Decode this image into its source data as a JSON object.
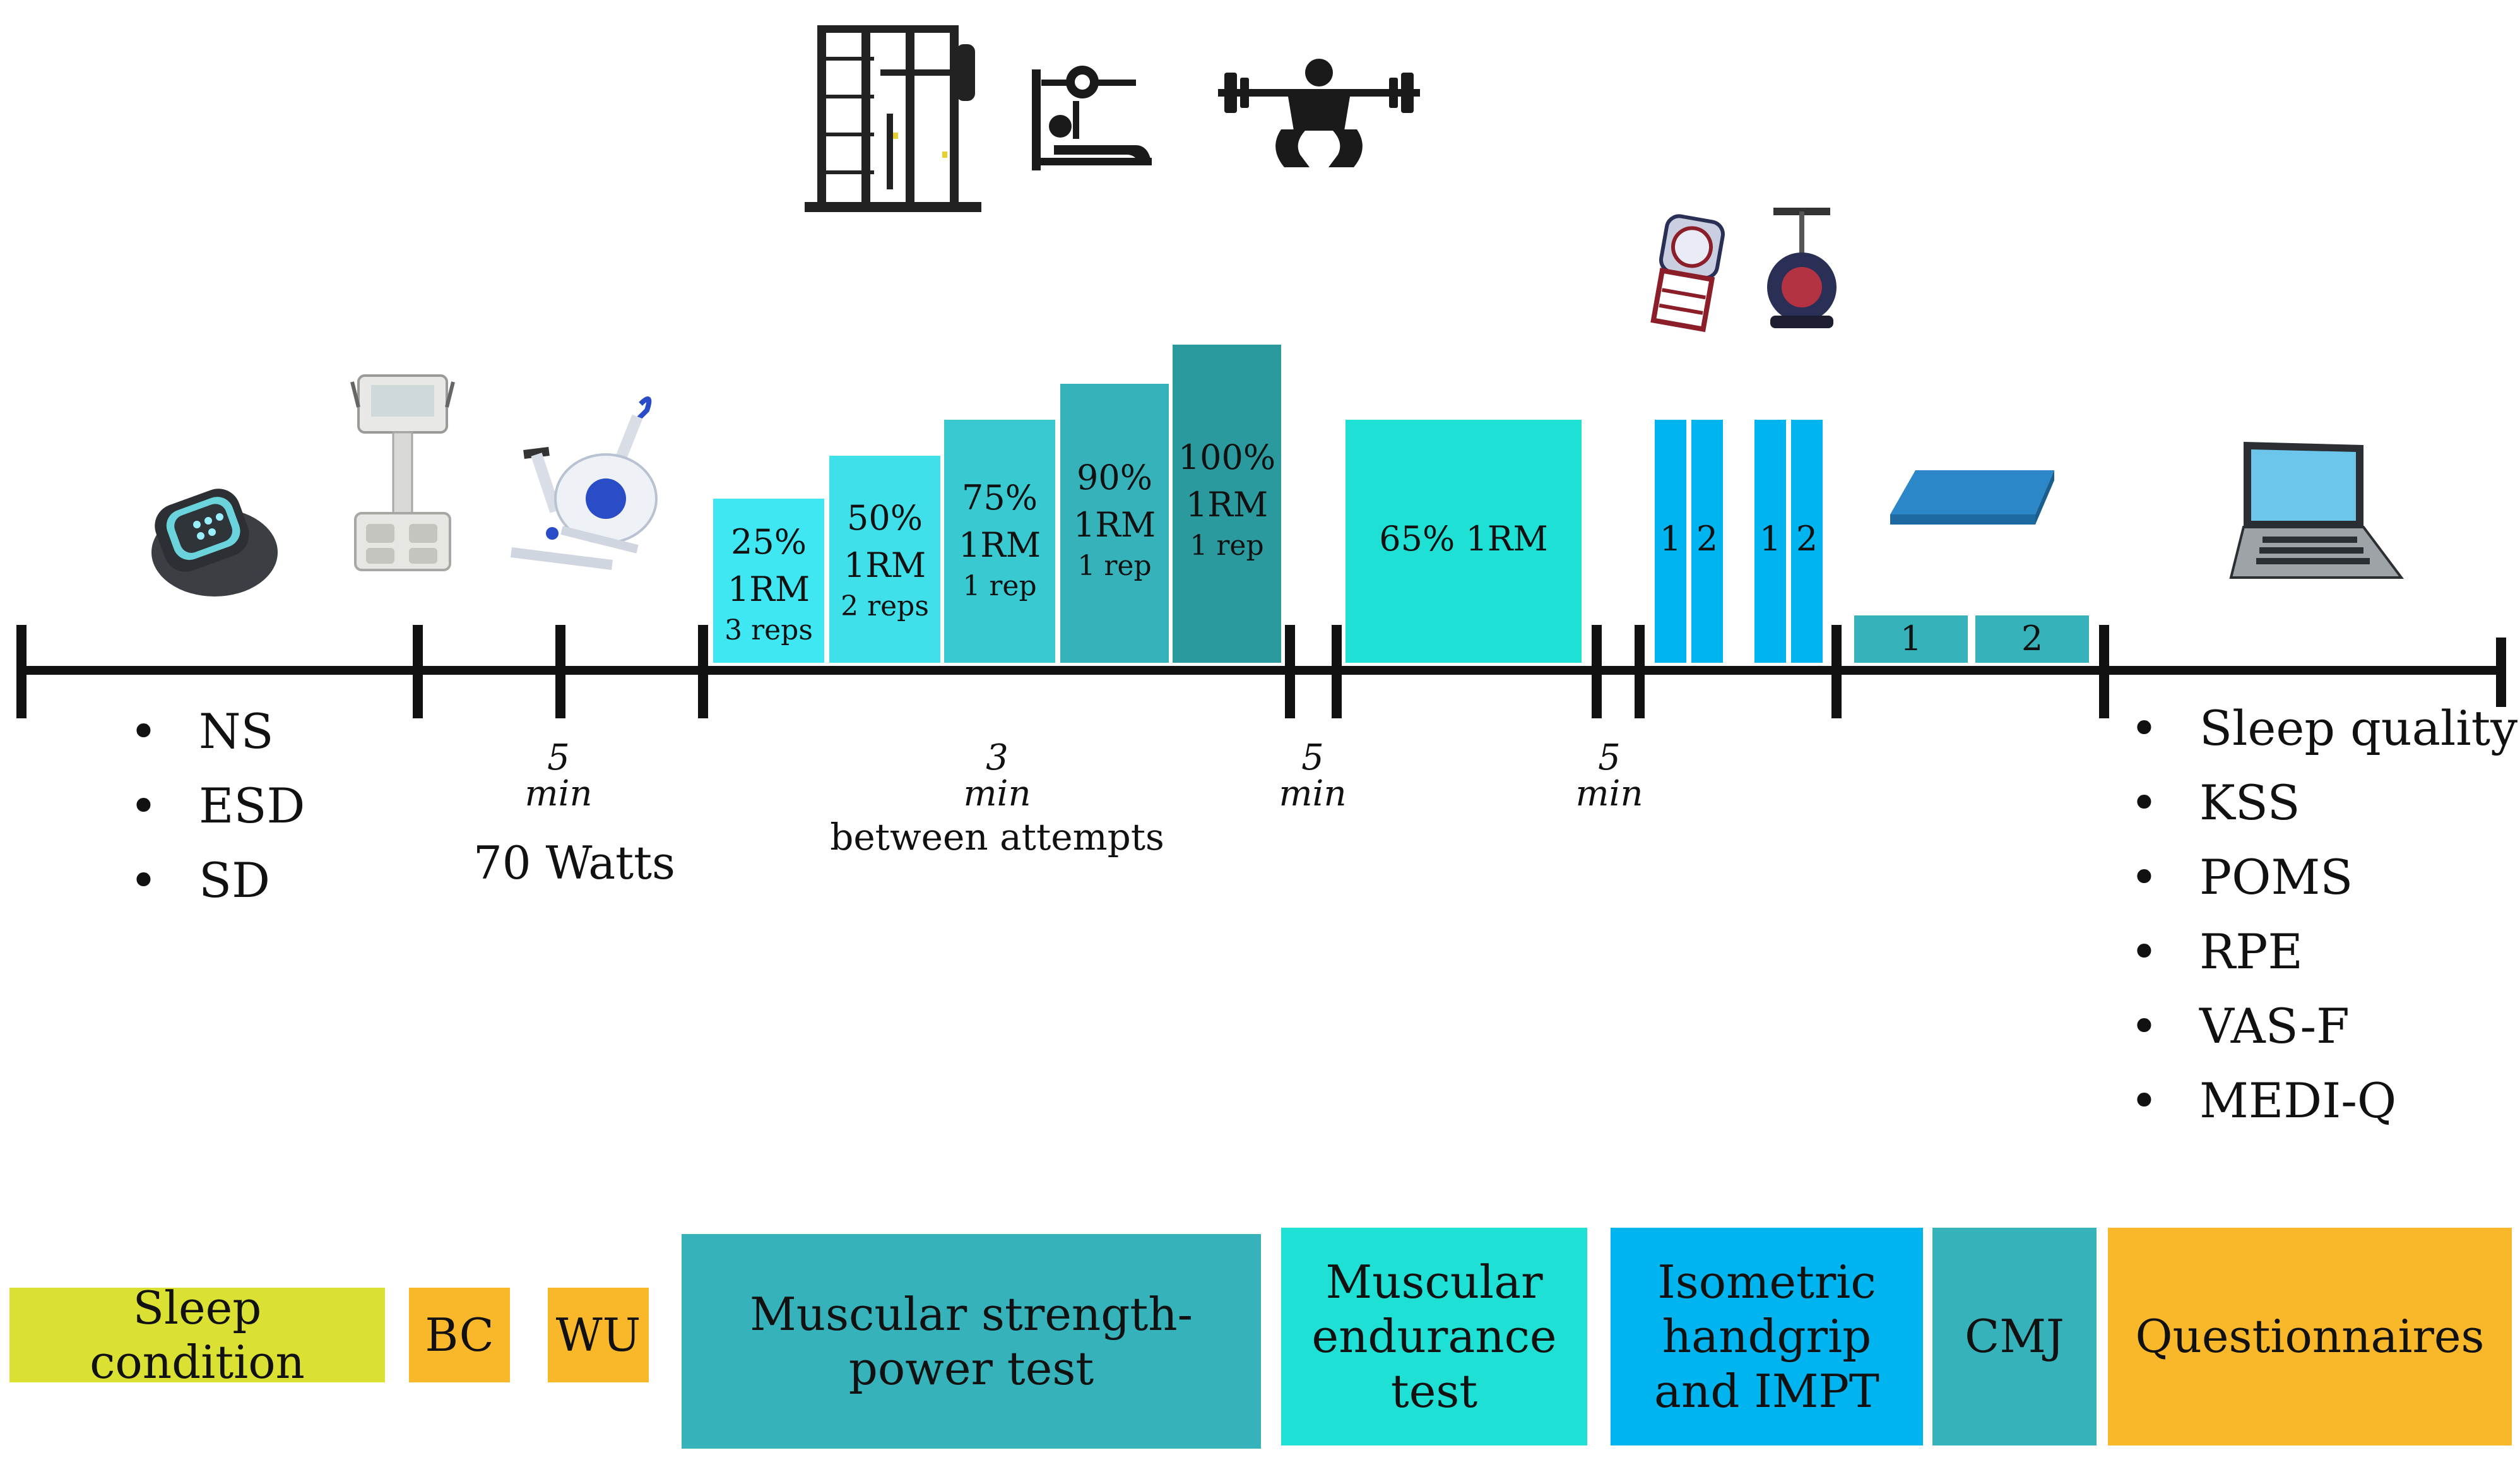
{
  "colors": {
    "line": "#111111",
    "teal_dark": "#2a9a9f",
    "teal": "#36b3ba",
    "teal_mid": "#39c9d0",
    "cyan": "#3fe7f2",
    "turquoise": "#1fe0d4",
    "blue": "#00b4ef",
    "yellow": "#dbe132",
    "orange": "#f9b72a"
  },
  "icons": {
    "watch": "actigraphy-watch-icon",
    "scale": "body-composition-analyzer-icon",
    "bike": "cycle-ergometer-icon",
    "rack": "smith-machine-icon",
    "bench": "bench-press-icon",
    "squat": "squat-icon",
    "dynamometers": "handgrip-dynamometer-icon",
    "platform": "force-platform-icon",
    "laptop": "laptop-icon"
  },
  "sleep_conditions": [
    "NS",
    "ESD",
    "SD"
  ],
  "warmup": {
    "duration_num": "5",
    "duration_unit": "min",
    "load": "70 Watts"
  },
  "strength": {
    "attempts": [
      {
        "pct": "25%",
        "unit": "1RM",
        "reps": "3 reps"
      },
      {
        "pct": "50%",
        "unit": "1RM",
        "reps": "2 reps"
      },
      {
        "pct": "75%",
        "unit": "1RM",
        "reps": "1 rep"
      },
      {
        "pct": "90%",
        "unit": "1RM",
        "reps": "1 rep"
      },
      {
        "pct": "100%",
        "unit": "1RM",
        "reps": "1 rep"
      }
    ],
    "rest_num": "3",
    "rest_unit": "min",
    "rest_note": "between attempts"
  },
  "rest1": {
    "num": "5",
    "unit": "min"
  },
  "endurance": {
    "label": "65% 1RM"
  },
  "rest2": {
    "num": "5",
    "unit": "min"
  },
  "handgrip": {
    "labels": [
      "1",
      "2",
      "1",
      "2"
    ]
  },
  "cmj": {
    "labels": [
      "1",
      "2"
    ]
  },
  "questionnaires": [
    "Sleep quality",
    "KSS",
    "POMS",
    "RPE",
    "VAS-F",
    "MEDI-Q"
  ],
  "phases": {
    "sleep": "Sleep condition",
    "bc": "BC",
    "wu": "WU",
    "strength": "Muscular strength-power test",
    "endurance": "Muscular endurance test",
    "isometric": "Isometric handgrip and IMPT",
    "cmj": "CMJ",
    "questionnaires": "Questionnaires"
  }
}
